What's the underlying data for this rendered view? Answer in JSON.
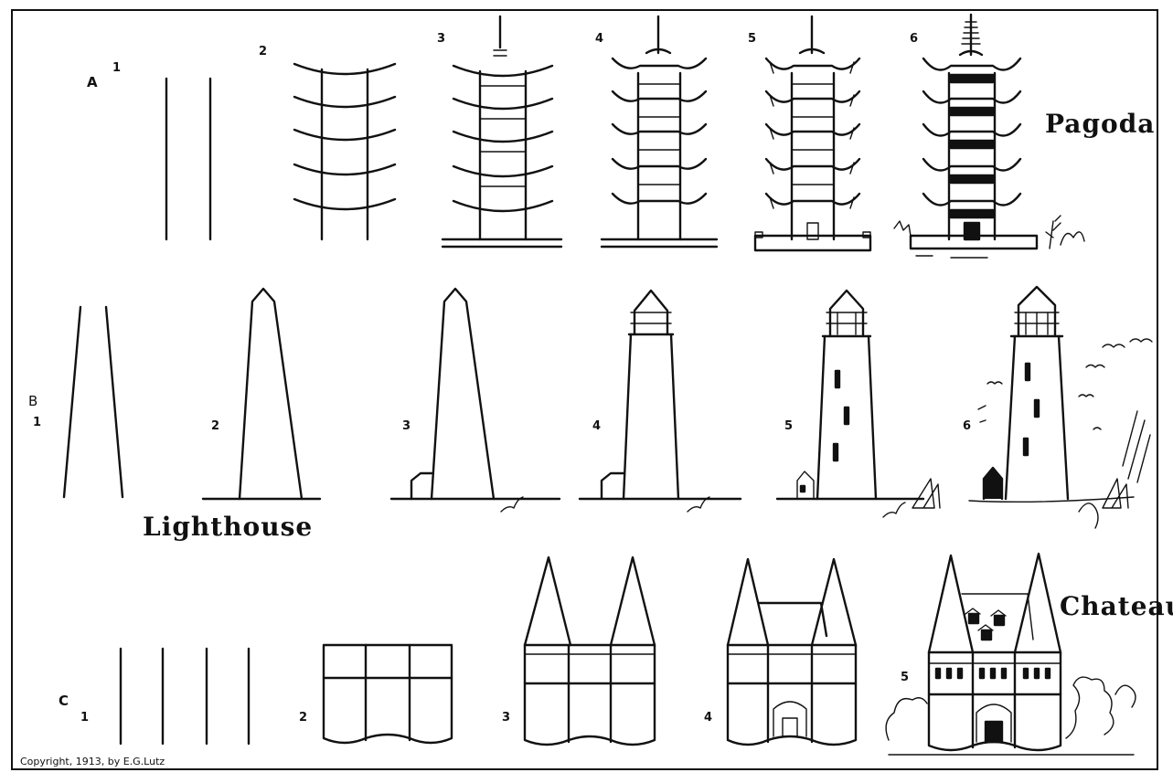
{
  "rows": [
    {
      "id": "A",
      "letter": "A",
      "title": "Pagoda",
      "steps": [
        "1",
        "2",
        "3",
        "4",
        "5",
        "6"
      ]
    },
    {
      "id": "B",
      "letter": "B",
      "title": "Lighthouse",
      "steps": [
        "1",
        "2",
        "3",
        "4",
        "5",
        "6"
      ]
    },
    {
      "id": "C",
      "letter": "C",
      "title": "Chateau",
      "steps": [
        "1",
        "2",
        "3",
        "4",
        "5"
      ]
    }
  ],
  "copyright": "Copyright, 1913, by E.G.Lutz"
}
